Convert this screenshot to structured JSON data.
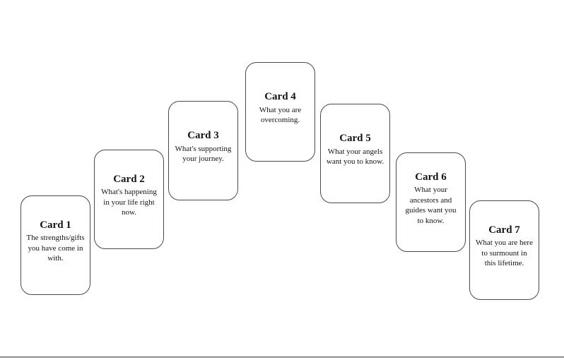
{
  "page": {
    "background_color": "#ffffff",
    "card_border_color": "#4a4a4a",
    "text_color": "#141414",
    "divider_color": "#8c8c8c"
  },
  "spread": {
    "cards": [
      {
        "title": "Card 1",
        "description": [
          "The strengths/gifts",
          "you have come in",
          "with."
        ]
      },
      {
        "title": "Card 2",
        "description": [
          "What's happening",
          "in your life right",
          "now."
        ]
      },
      {
        "title": "Card 3",
        "description": [
          "What's supporting",
          "your journey."
        ]
      },
      {
        "title": "Card 4",
        "description": [
          "What you are",
          "overcoming."
        ]
      },
      {
        "title": "Card 5",
        "description": [
          "What your angels",
          "want you to know."
        ]
      },
      {
        "title": "Card 6",
        "description": [
          "What your",
          "ancestors and",
          "guides want you",
          "to know."
        ]
      },
      {
        "title": "Card 7",
        "description": [
          "What you are here",
          "to surmount in",
          "this lifetime."
        ]
      }
    ]
  }
}
